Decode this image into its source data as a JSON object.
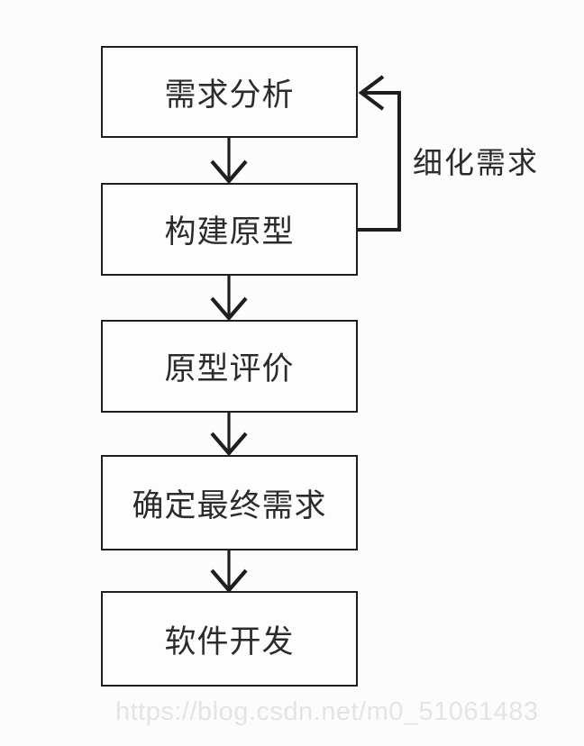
{
  "diagram": {
    "title": "prototype-model-flowchart",
    "boxes": [
      {
        "id": "requirements-analysis",
        "label": "需求分析"
      },
      {
        "id": "build-prototype",
        "label": "构建原型"
      },
      {
        "id": "prototype-evaluation",
        "label": "原型评价"
      },
      {
        "id": "final-requirements",
        "label": "确定最终需求"
      },
      {
        "id": "software-development",
        "label": "软件开发"
      }
    ],
    "feedback": {
      "label": "细化需求",
      "from": "构建原型",
      "to": "需求分析"
    },
    "colors": {
      "line": "#1e1e1e",
      "text": "#2b2b2b",
      "background": "#fcfcfc",
      "watermark": "rgba(206,208,214,0.55)"
    }
  },
  "watermark": {
    "text": "https://blog.csdn.net/m0_51061483"
  }
}
